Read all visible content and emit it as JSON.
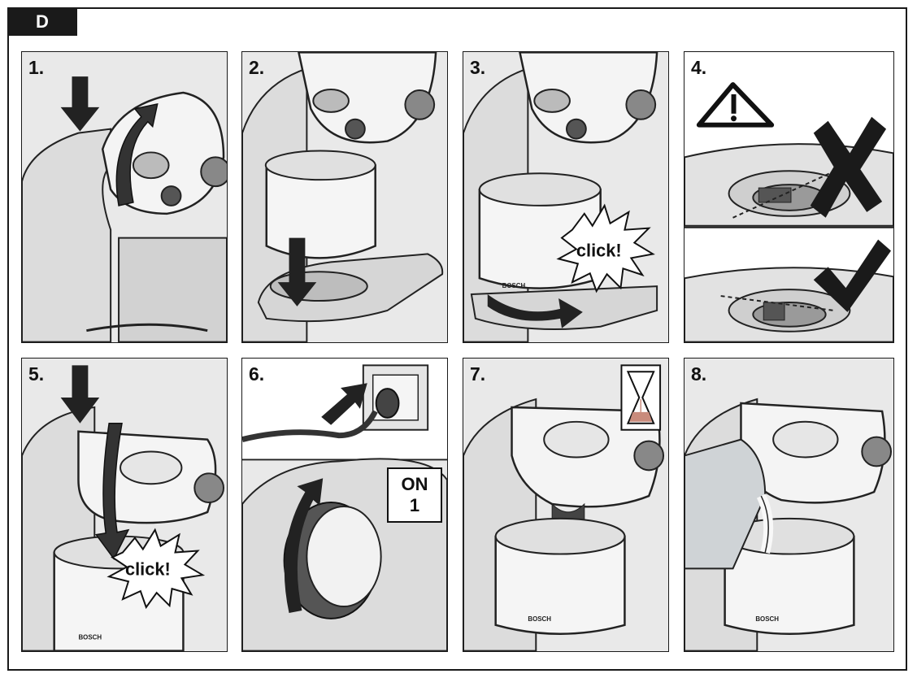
{
  "section_label": "D",
  "steps": [
    "1.",
    "2.",
    "3.",
    "4.",
    "5.",
    "6.",
    "7.",
    "8."
  ],
  "click_text": "click!",
  "brand": "BOSCH",
  "switch_label": {
    "line1": "ON",
    "line2": "1"
  },
  "icons": {
    "press_arrow": "down-arrow-icon",
    "rotate_arrow": "curved-arrow-icon",
    "warning": "warning-triangle-icon",
    "wrong": "cross-mark-icon",
    "right": "check-mark-icon",
    "timer": "hourglass-icon",
    "socket": "power-socket-icon"
  },
  "colors": {
    "ink": "#1a1a1a",
    "panel": "#e9e9e9",
    "timer_sand": "#c98b7c"
  }
}
